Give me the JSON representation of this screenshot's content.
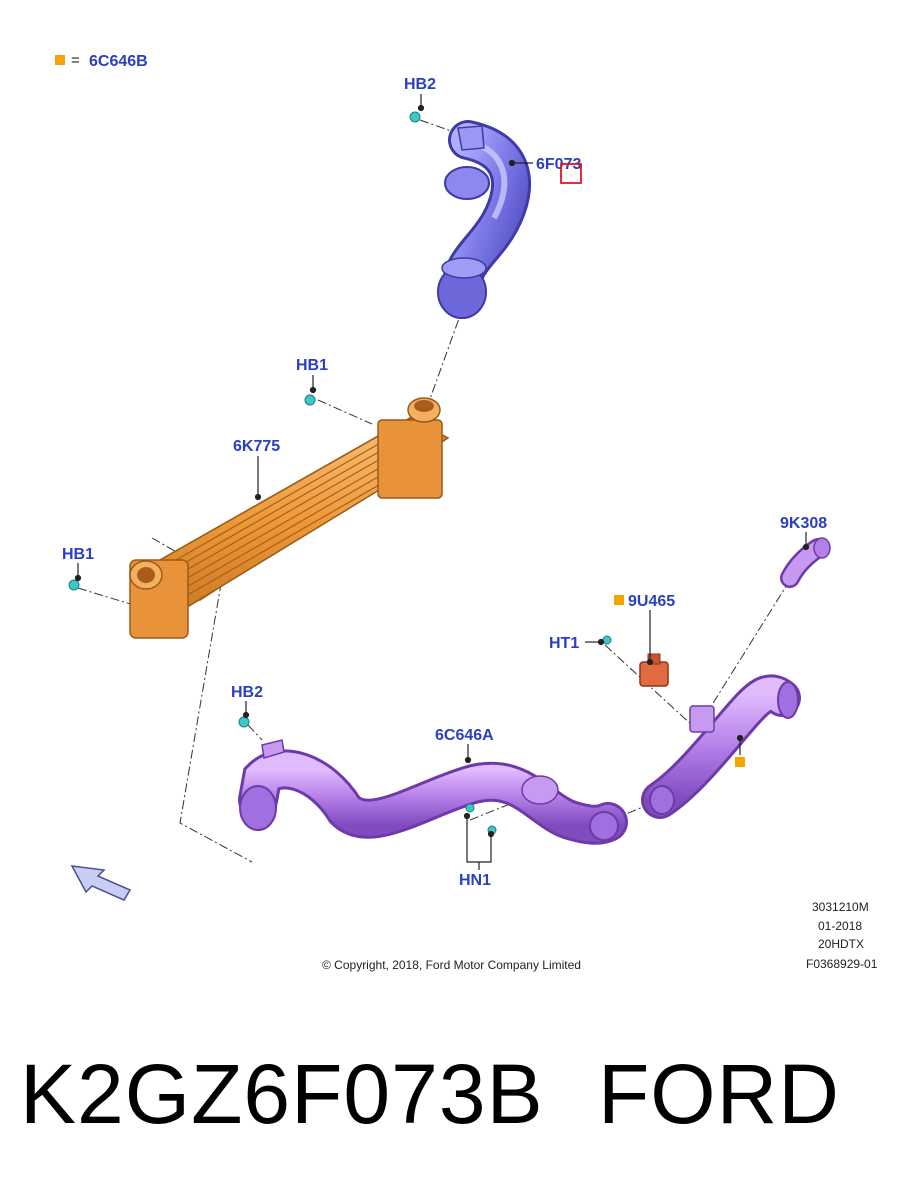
{
  "legend": {
    "symbol_color": "#f5a500",
    "equals": "=",
    "code": "6C646B"
  },
  "callouts": {
    "hb2_top": "HB2",
    "f073": "6F073",
    "hb1_mid": "HB1",
    "k775": "6K775",
    "hb1_left": "HB1",
    "k308": "9K308",
    "u465": "9U465",
    "ht1": "HT1",
    "hb2_low": "HB2",
    "c646a": "6C646A",
    "hn1": "HN1"
  },
  "meta": {
    "line1": "3031210M",
    "line2": "01-2018",
    "line3": "20HDTX",
    "line4": "F0368929-01",
    "copyright": "© Copyright, 2018, Ford Motor Company Limited"
  },
  "caption": {
    "part_number": "K2GZ6F073B",
    "brand": "FORD"
  },
  "colors": {
    "label": "#2b3fbf",
    "intercooler": "#f0a040",
    "upper_hose": "#7d7ae8",
    "lower_hose": "#b57fe8",
    "sensor": "#e06a42",
    "fastener": "#3cc8c8",
    "highlight": "#e0162b",
    "leader": "#222222"
  }
}
